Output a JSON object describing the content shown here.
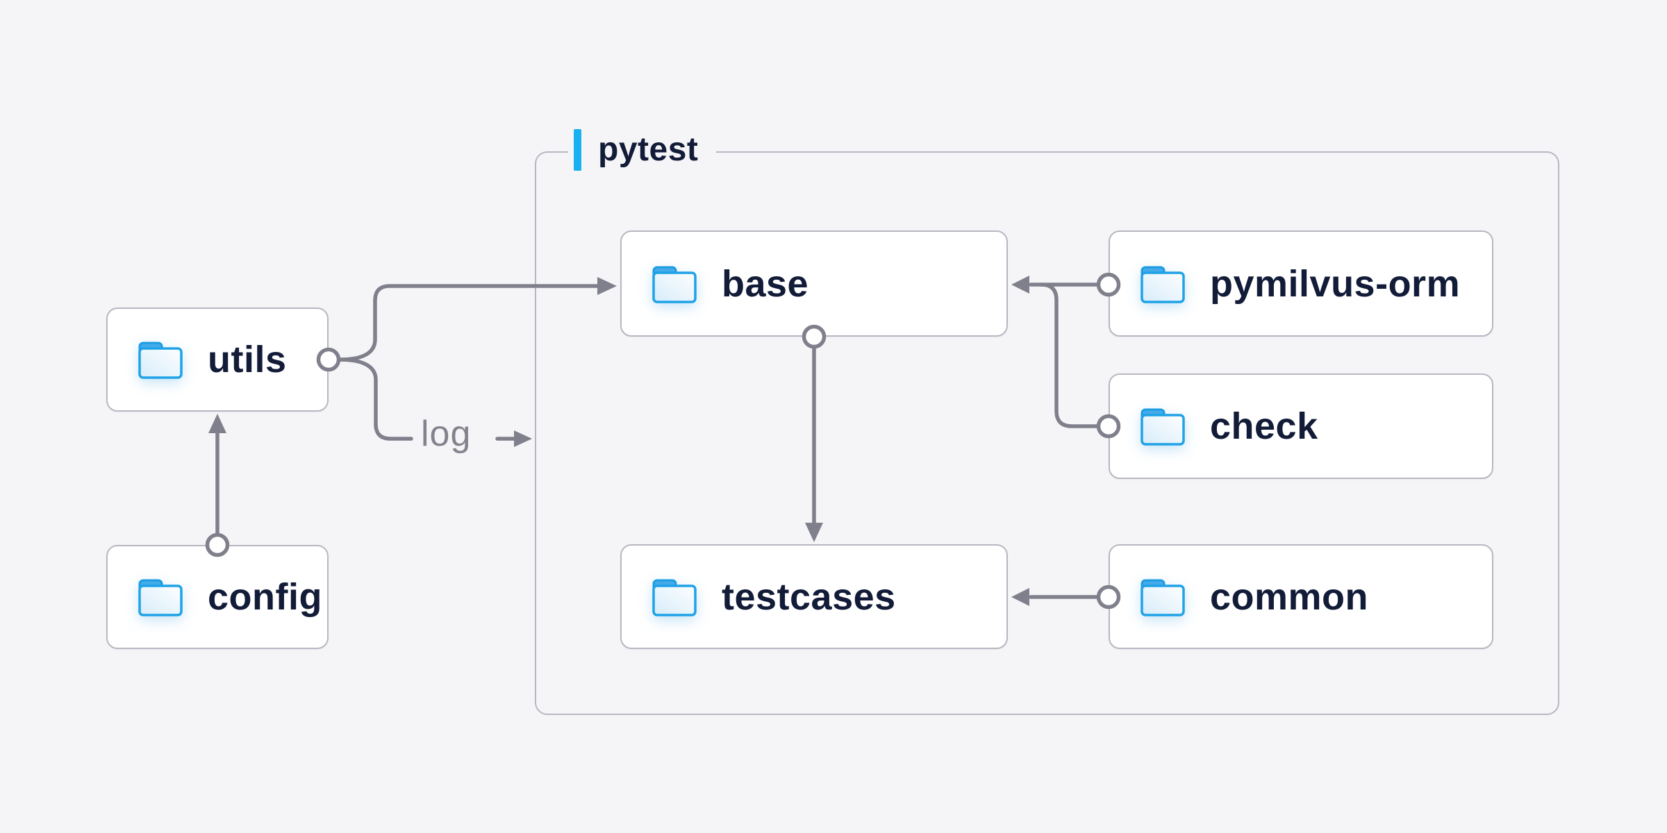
{
  "colors": {
    "background": "#f5f5f7",
    "box_fill": "#ffffff",
    "box_border": "#b7b7c2",
    "connector_gray": "#80808d",
    "text_navy": "#121b37",
    "accent_blue_bar": "#17b1f0",
    "muted_label_gray": "#83838e",
    "folder_border_blue": "#1fa2e7",
    "folder_tab_blue": "#45abe8",
    "folder_fill_light": "#d7ecfa"
  },
  "container": {
    "label": "pytest"
  },
  "nodes": {
    "utils": {
      "label": "utils"
    },
    "config": {
      "label": "config"
    },
    "base": {
      "label": "base"
    },
    "pymilvus_orm": {
      "label": "pymilvus-orm"
    },
    "check": {
      "label": "check"
    },
    "testcases": {
      "label": "testcases"
    },
    "common": {
      "label": "common"
    }
  },
  "edges": {
    "log_label": "log",
    "list": [
      {
        "from": "config",
        "to": "utils",
        "style": "arrow-up"
      },
      {
        "from": "utils",
        "to": "base",
        "style": "fork-arrow-right"
      },
      {
        "from": "utils",
        "to": "log",
        "style": "fork-stub",
        "label": "log"
      },
      {
        "from": "pymilvus-orm",
        "to": "base",
        "style": "arrow-left"
      },
      {
        "from": "check",
        "to": "base",
        "style": "merge-arrow-left"
      },
      {
        "from": "base",
        "to": "testcases",
        "style": "arrow-down"
      },
      {
        "from": "common",
        "to": "testcases",
        "style": "arrow-left"
      }
    ]
  }
}
